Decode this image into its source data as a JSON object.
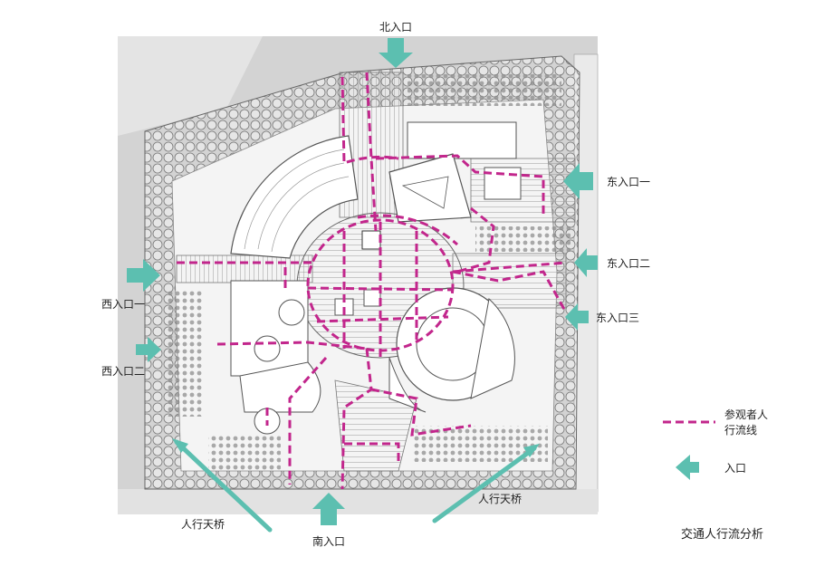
{
  "colors": {
    "path": "#c2268c",
    "arrow": "#5cbfb0",
    "road": "#cfcfcf",
    "building": "#ffffff",
    "stroke": "#555555",
    "tree": "#bdbdbd"
  },
  "labels": {
    "north": "北入口",
    "east1": "东入口一",
    "east2": "东入口二",
    "east3": "东入口三",
    "west1": "西入口一",
    "west2": "西入口二",
    "south": "南入口",
    "bridge_left": "人行天桥",
    "bridge_right": "人行天桥"
  },
  "legend": {
    "path_line1": "参观者人",
    "path_line2": "行流线",
    "entrance": "入口"
  },
  "title": "交通人行流分析"
}
